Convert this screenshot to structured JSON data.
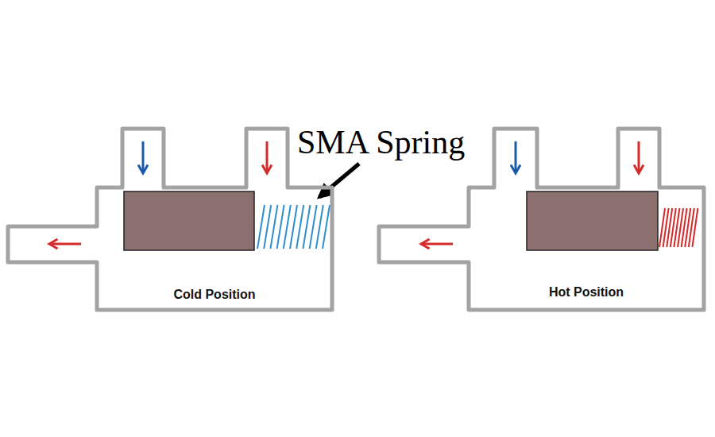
{
  "diagram": {
    "nodes": [
      {
        "text": [
          "Cold Position"
        ]
      },
      {
        "text": [
          "Hot Position"
        ]
      }
    ],
    "labels": [
      "SMA Spring"
    ]
  }
}
